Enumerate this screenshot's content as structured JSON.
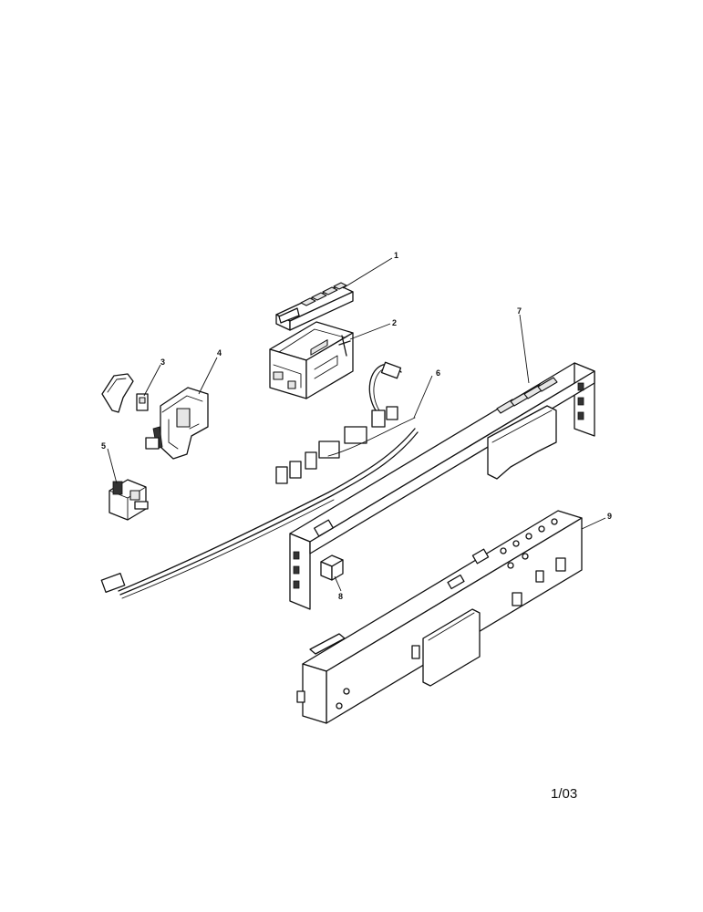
{
  "callouts": [
    {
      "id": "1",
      "label": "1"
    },
    {
      "id": "2",
      "label": "2"
    },
    {
      "id": "3",
      "label": "3"
    },
    {
      "id": "4",
      "label": "4"
    },
    {
      "id": "5",
      "label": "5"
    },
    {
      "id": "6",
      "label": "6"
    },
    {
      "id": "7",
      "label": "7"
    },
    {
      "id": "8",
      "label": "8"
    },
    {
      "id": "9",
      "label": "9"
    }
  ],
  "page_code": "1/03",
  "colors": {
    "ink": "#111111",
    "background": "#ffffff"
  }
}
